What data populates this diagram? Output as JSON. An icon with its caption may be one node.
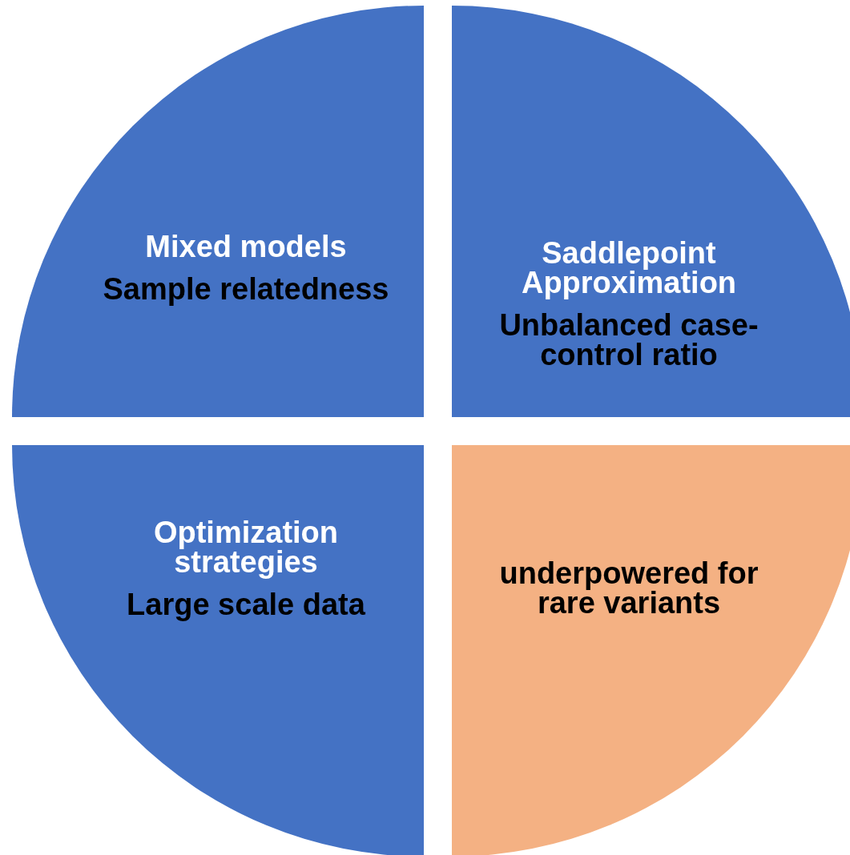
{
  "diagram": {
    "nodes": [
      {
        "text": [
          "Mixed models",
          "Sample relatedness"
        ]
      },
      {
        "text": [
          "Saddlepoint Approximation",
          "Unbalanced case-control ratio"
        ]
      },
      {
        "text": [
          "Optimization strategies",
          "Large scale data"
        ]
      },
      {
        "text": [
          "underpowered for rare variants"
        ]
      }
    ]
  }
}
